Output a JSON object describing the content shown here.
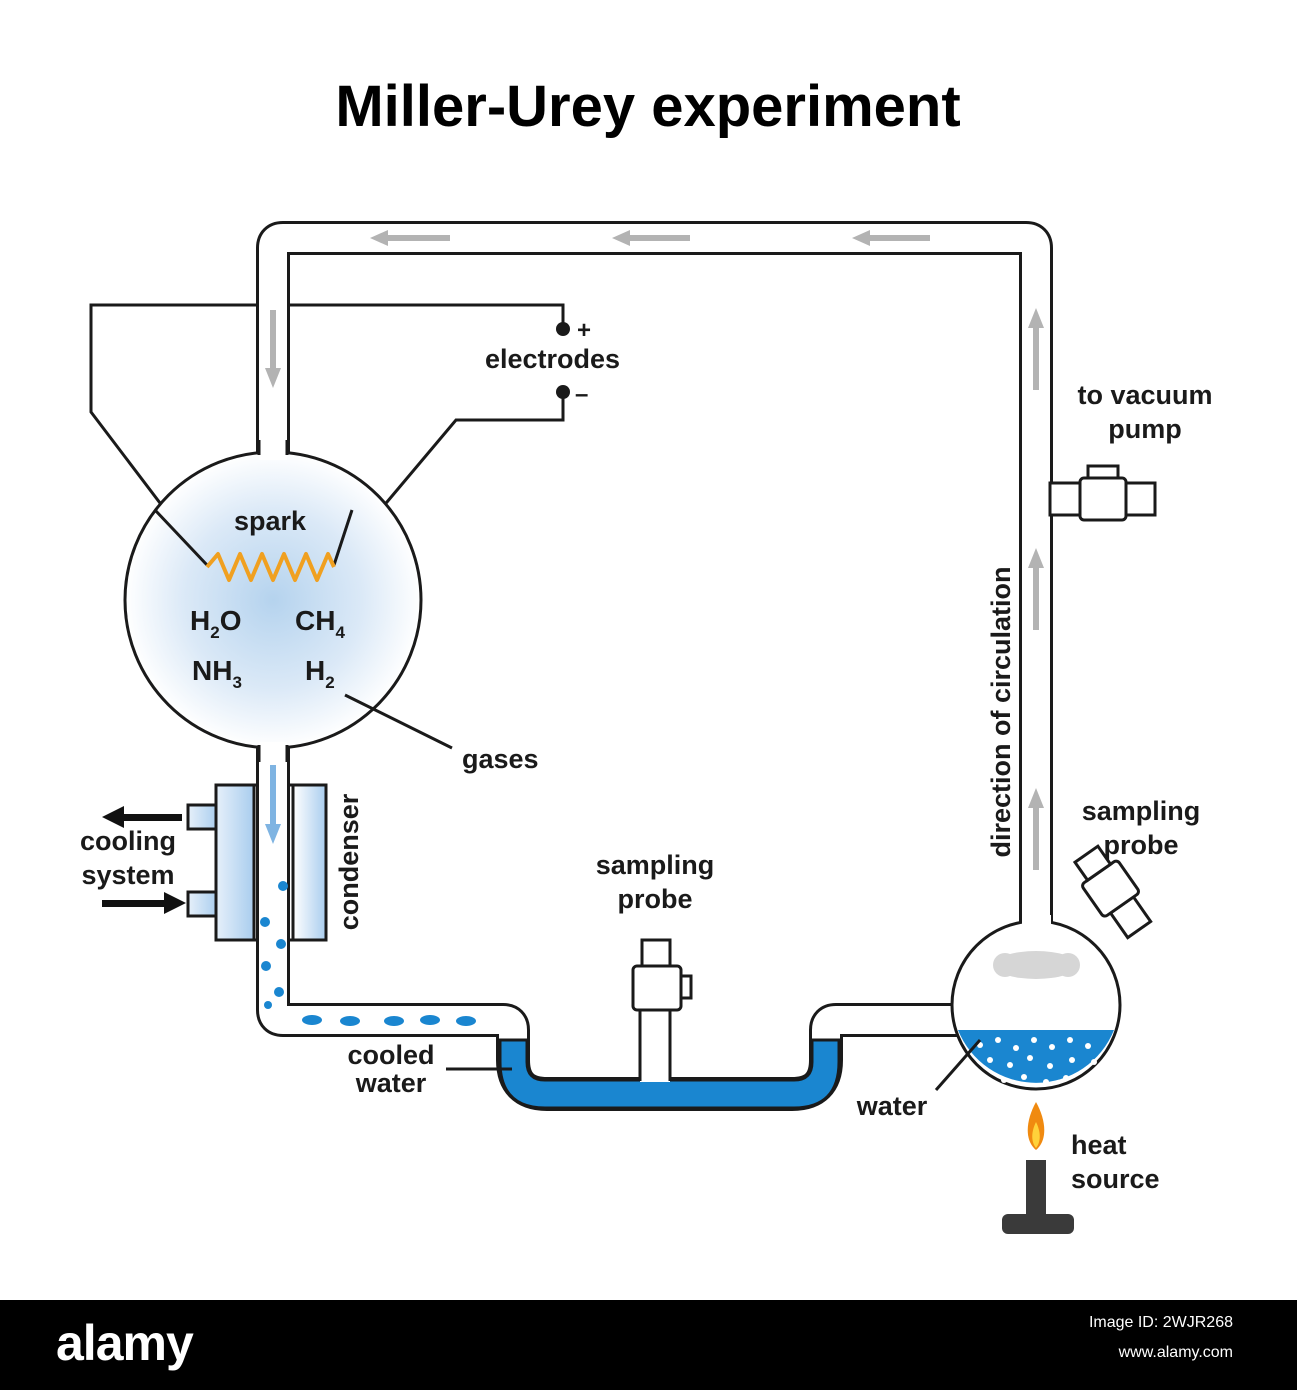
{
  "title": "Miller-Urey experiment",
  "labels": {
    "plus": "+",
    "minus": "–",
    "electrodes": "electrodes",
    "spark": "spark",
    "h": "H",
    "o": "O",
    "ch": "CH",
    "nh": "NH",
    "sub2": "2",
    "sub3": "3",
    "sub4": "4",
    "gases": "gases",
    "to_vacuum_line1": "to vacuum",
    "to_vacuum_line2": "pump",
    "direction": "direction of circulation",
    "sampling_right_line1": "sampling",
    "sampling_right_line2": "probe",
    "sampling_mid_line1": "sampling",
    "sampling_mid_line2": "probe",
    "cooling_line1": "cooling",
    "cooling_line2": "system",
    "condenser": "condenser",
    "cooled_line1": "cooled",
    "cooled_line2": "water",
    "water": "water",
    "heat_line1": "heat",
    "heat_line2": "source"
  },
  "colors": {
    "outline": "#1a1a1a",
    "arrow_gray": "#b3b3b3",
    "water_blue": "#1a86d0",
    "condenser_blue": "#bcd8f0",
    "spark_orange": "#f0a020",
    "flame_orange": "#f08a10"
  },
  "footer": {
    "logo": "alamy",
    "image_id": "Image ID: 2WJR268",
    "site": "www.alamy.com"
  }
}
